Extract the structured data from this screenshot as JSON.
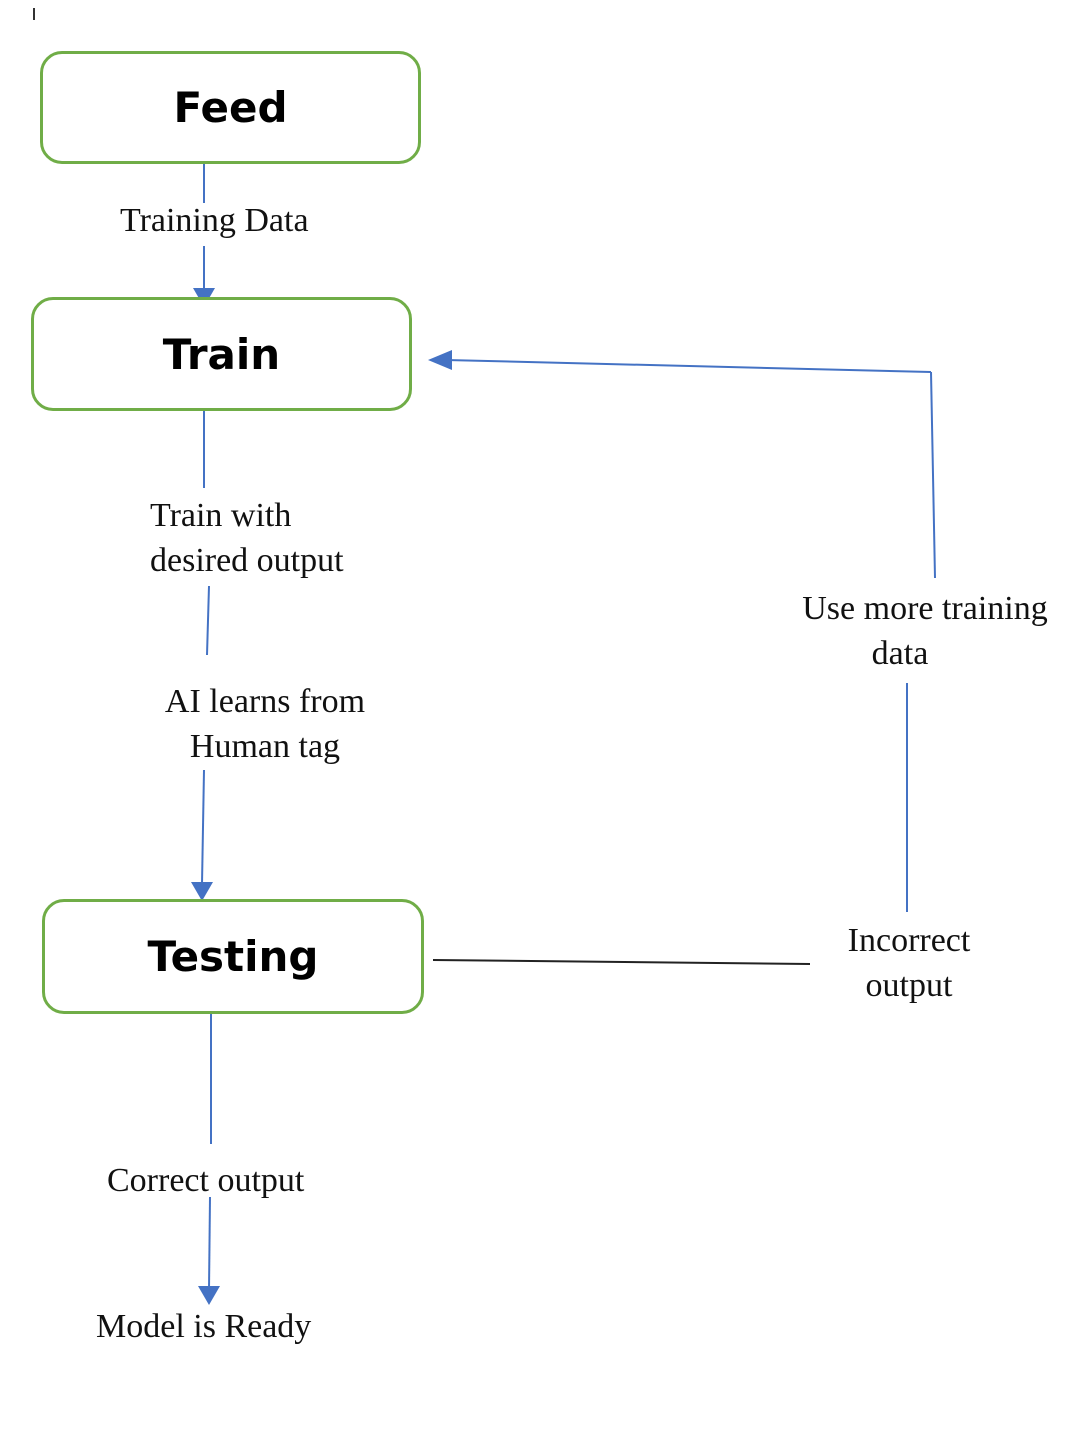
{
  "diagram": {
    "type": "flowchart",
    "colors": {
      "node_border": "#70ad47",
      "arrow": "#4472c4",
      "connector_dark": "#222222",
      "text": "#000000"
    },
    "nodes": {
      "feed": {
        "label": "Feed"
      },
      "train": {
        "label": "Train"
      },
      "testing": {
        "label": "Testing"
      }
    },
    "labels": {
      "training_data": "Training Data",
      "train_with_line1": "Train with",
      "train_with_line2": "desired output",
      "ai_learns_line1": "AI learns from",
      "ai_learns_line2": "Human tag",
      "use_more_line1": "Use more training",
      "use_more_line2": "data",
      "incorrect_line1": "Incorrect",
      "incorrect_line2": "output",
      "correct_output": "Correct output",
      "model_ready": "Model is Ready"
    },
    "edges": [
      {
        "from": "Feed",
        "to": "Train",
        "label": "Training Data"
      },
      {
        "from": "Train",
        "to": "Testing",
        "label": "Train with desired output / AI learns from Human tag"
      },
      {
        "from": "Testing",
        "to": "Train",
        "label": "Incorrect output / Use more training data"
      },
      {
        "from": "Testing",
        "to": "Model is Ready",
        "label": "Correct output"
      }
    ]
  }
}
